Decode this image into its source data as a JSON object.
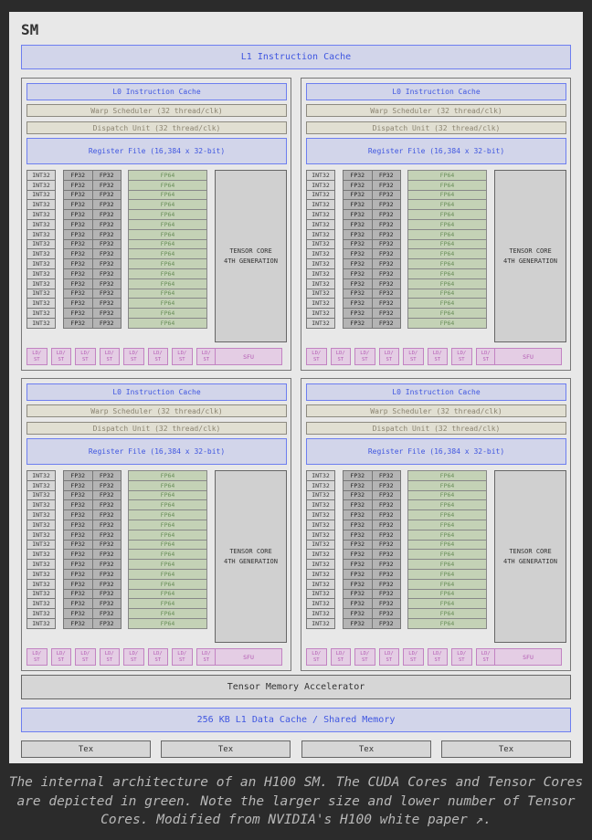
{
  "sm_label": "SM",
  "l1_instruction_cache": "L1 Instruction Cache",
  "quadrant": {
    "l0_instruction_cache": "L0 Instruction Cache",
    "warp_scheduler": "Warp Scheduler (32 thread/clk)",
    "dispatch_unit": "Dispatch Unit (32 thread/clk)",
    "int32": "INT32",
    "fp32": "FP32",
    "fp64": "FP64",
    "unit_rows": 16,
    "tensor_core_line1": "TENSOR CORE",
    "tensor_core_line2": "4TH GENERATION",
    "ldst_line1": "LD/",
    "ldst_line2": "ST",
    "ldst_count": 8,
    "sfu": "SFU"
  },
  "register_files": [
    "Register File (16,384 x 32-bit)",
    "Register File (16,384 x 32-bit)",
    "Register File (16,384 x 32-bit)",
    "Register File (16,384 x 32-bit)"
  ],
  "tensor_memory_accelerator": "Tensor Memory Accelerator",
  "l1_data_cache": "256 KB L1 Data Cache / Shared Memory",
  "tex_units": [
    "Tex",
    "Tex",
    "Tex",
    "Tex"
  ],
  "caption": "The internal architecture of an H100 SM. The CUDA Cores and Tensor Cores are depicted in green. Note the larger size and lower number of Tensor Cores. Modified from NVIDIA's H100 white paper ↗."
}
